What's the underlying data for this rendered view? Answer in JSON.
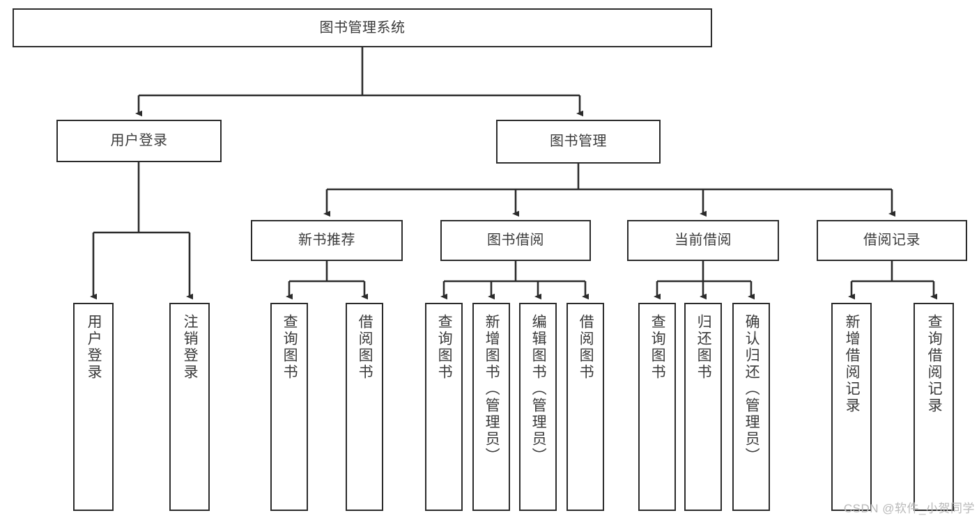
{
  "diagram": {
    "title": "图书管理系统",
    "watermark": "CSDN @软件_小贺同学",
    "colors": {
      "stroke": "#2b2b2b",
      "text": "#3a3a3a",
      "background": "#ffffff",
      "watermark": "#b9b9b9"
    },
    "root": {
      "label": "图书管理系统"
    },
    "level2": [
      {
        "label": "用户登录"
      },
      {
        "label": "图书管理"
      }
    ],
    "level3": [
      {
        "label": "新书推荐"
      },
      {
        "label": "图书借阅"
      },
      {
        "label": "当前借阅"
      },
      {
        "label": "借阅记录"
      }
    ],
    "leaves": {
      "user_login": [
        {
          "label": "用户登录"
        },
        {
          "label": "注销登录"
        }
      ],
      "new_book_recommend": [
        {
          "label": "查询图书"
        },
        {
          "label": "借阅图书"
        }
      ],
      "book_borrow": [
        {
          "label": "查询图书"
        },
        {
          "label": "新增图书（管理员）"
        },
        {
          "label": "编辑图书（管理员）"
        },
        {
          "label": "借阅图书"
        }
      ],
      "current_borrow": [
        {
          "label": "查询图书"
        },
        {
          "label": "归还图书"
        },
        {
          "label": "确认归还（管理员）"
        }
      ],
      "borrow_record": [
        {
          "label": "新增借阅记录"
        },
        {
          "label": "查询借阅记录"
        }
      ]
    }
  }
}
